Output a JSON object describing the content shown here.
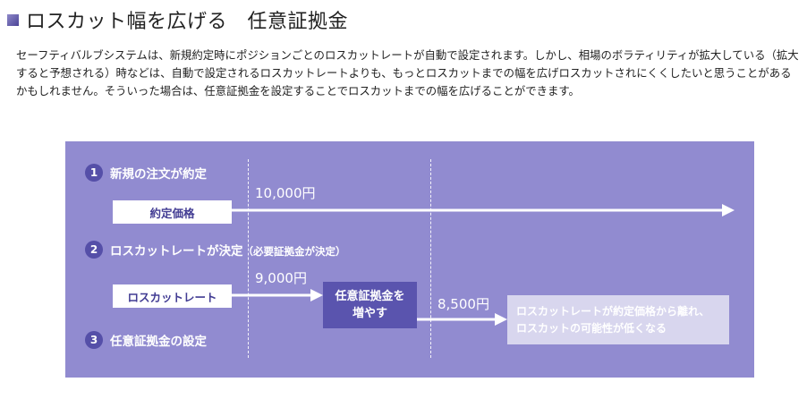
{
  "heading": {
    "title": "ロスカット幅を広げる　任意証拠金"
  },
  "intro": {
    "text": "セーフティバルブシステムは、新規約定時にポジションごとのロスカットレートが自動で設定されます。しかし、相場のボラティリティが拡大している（拡大すると予想される）時などは、自動で設定されるロスカットレートよりも、もっとロスカットまでの幅を広げロスカットされにくくしたいと思うことがあるかもしれません。そういった場合は、任意証拠金を設定することでロスカットまでの幅を広げることができます。"
  },
  "diagram": {
    "step1": {
      "num": "1",
      "label": "新規の注文が約定"
    },
    "step2": {
      "num": "2",
      "label": "ロスカットレートが決定",
      "note": "（必要証拠金が決定）"
    },
    "step3": {
      "num": "3",
      "label": "任意証拠金の設定"
    },
    "contract_price_label": "約定価格",
    "contract_price_value": "10,000円",
    "losscut_label": "ロスカットレート",
    "losscut_value": "9,000円",
    "increase_box": {
      "line1": "任意証拠金を",
      "line2": "増やす"
    },
    "new_losscut_value": "8,500円",
    "result": {
      "line1": "ロスカットレートが約定価格から離れ、",
      "line2": "ロスカットの可能性が低くなる"
    },
    "colors": {
      "panel": "#918bd0",
      "accent_dark": "#5a54ae",
      "step_circle": "#554fa8",
      "result_box": "#d8d6ee"
    }
  }
}
